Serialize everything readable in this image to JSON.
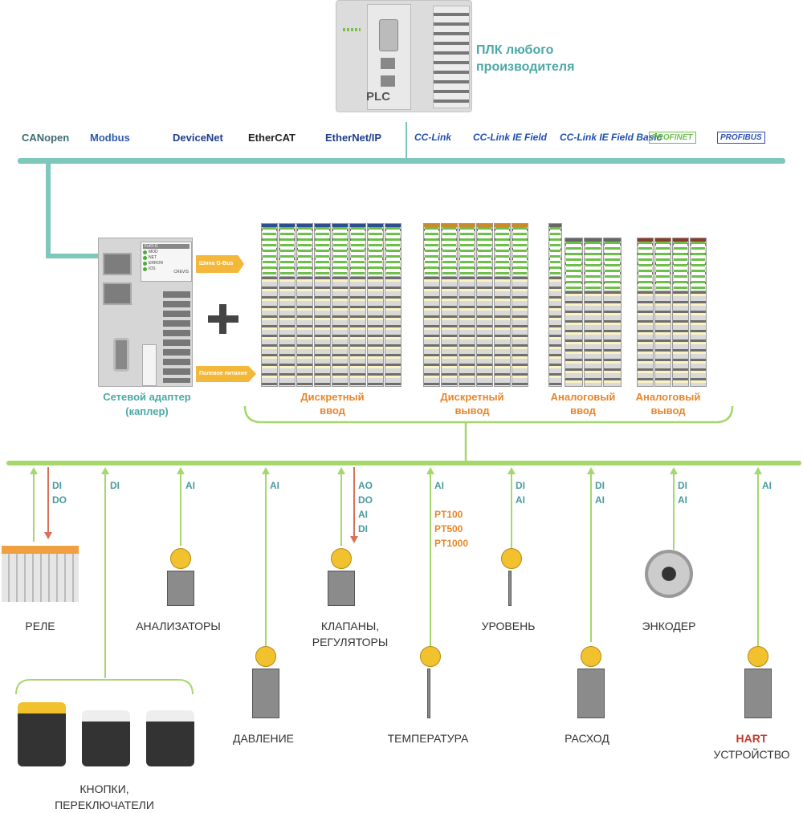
{
  "plc": {
    "label": "PLC",
    "title_line1": "ПЛК любого",
    "title_line2": "производителя"
  },
  "protocols": [
    {
      "name": "CANopen",
      "color": "#3d6b70"
    },
    {
      "name": "Modbus",
      "color": "#2e5aa8"
    },
    {
      "name": "DeviceNet",
      "color": "#1f3f8a"
    },
    {
      "name": "EtherCAT",
      "color": "#222222"
    },
    {
      "name": "EtherNet/IP",
      "color": "#1f3f8a"
    },
    {
      "name": "CC-Link",
      "color": "#1e4fb0"
    },
    {
      "name": "CC-Link IE Field",
      "color": "#1e4fb0"
    },
    {
      "name": "CC-Link IE Field Basic",
      "color": "#1e4fb0"
    },
    {
      "name": "PROFINET",
      "color": "#6cbf4a"
    },
    {
      "name": "PROFIBUS",
      "color": "#3050b0"
    }
  ],
  "adapter": {
    "model": "FnIO-G",
    "leds": [
      "MOD",
      "NET",
      "ERROR",
      "IOS"
    ],
    "brand": "CREVIS",
    "label_line1": "Сетевой адаптер",
    "label_line2": "(каплер)",
    "gbus_label": "Шина G-Bus",
    "power_label": "Полевое питание"
  },
  "module_groups": [
    {
      "line1": "Дискретный",
      "line2": "ввод",
      "cap_color": "#2b4f8e"
    },
    {
      "line1": "Дискретный",
      "line2": "вывод",
      "cap_color": "#c98a2a"
    },
    {
      "line1": "Аналоговый",
      "line2": "ввод",
      "cap_color": "#666666"
    },
    {
      "line1": "Аналоговый",
      "line2": "вывод",
      "cap_color": "#8a3a2a"
    }
  ],
  "colors": {
    "fieldbus": "#7dc7bd",
    "io_bus": "#a4d86c",
    "group_label": "#e8862a",
    "signal": "#4a9aa0",
    "output_arrow": "#d9705a",
    "hart": "#c0392b"
  },
  "devices": [
    {
      "id": "relay",
      "label": "РЕЛЕ",
      "signals": [
        "DI",
        "DO"
      ]
    },
    {
      "id": "buttons",
      "label": "КНОПКИ, ПЕРЕКЛЮЧАТЕЛИ",
      "signals": [
        "DI"
      ]
    },
    {
      "id": "analyzers",
      "label": "АНАЛИЗАТОРЫ",
      "signals": [
        "AI"
      ]
    },
    {
      "id": "pressure",
      "label": "ДАВЛЕНИЕ",
      "signals": [
        "AI"
      ]
    },
    {
      "id": "valves",
      "label": "КЛАПАНЫ,",
      "label2": "РЕГУЛЯТОРЫ",
      "signals": [
        "AO",
        "DO",
        "AI",
        "DI"
      ]
    },
    {
      "id": "temperature",
      "label": "ТЕМПЕРАТУРА",
      "signals": [
        "AI"
      ],
      "extra": [
        "PT100",
        "PT500",
        "PT1000"
      ]
    },
    {
      "id": "level",
      "label": "УРОВЕНЬ",
      "signals": [
        "DI",
        "AI"
      ]
    },
    {
      "id": "flow",
      "label": "РАСХОД",
      "signals": [
        "DI",
        "AI"
      ]
    },
    {
      "id": "encoder",
      "label": "ЭНКОДЕР",
      "signals": [
        "DI",
        "AI"
      ]
    },
    {
      "id": "hart",
      "label": "HART",
      "label2": "УСТРОЙСТВО",
      "signals": [
        "AI"
      ]
    }
  ]
}
